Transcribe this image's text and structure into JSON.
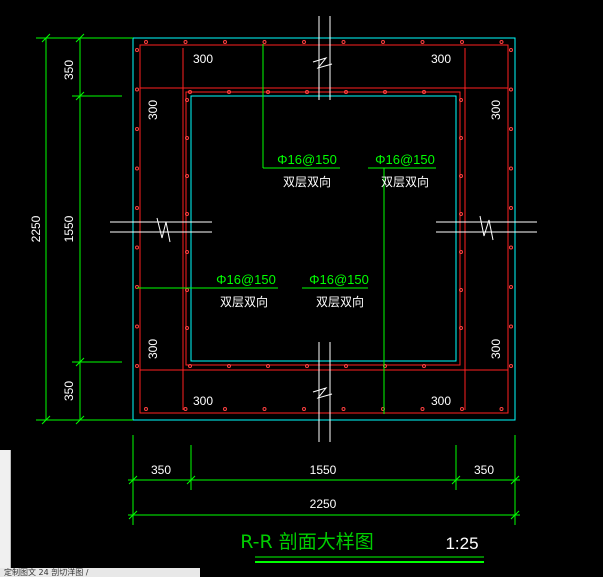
{
  "drawing": {
    "title": "R-R 剖面大样图",
    "scale": "1:25",
    "rebar_labels": [
      {
        "spec": "Φ16@150",
        "note": "双层双向"
      },
      {
        "spec": "Φ16@150",
        "note": "双层双向"
      },
      {
        "spec": "Φ16@150",
        "note": "双层双向"
      },
      {
        "spec": "Φ16@150",
        "note": "双层双向"
      }
    ],
    "dims": {
      "left_top": "350",
      "left_mid": "1550",
      "left_bot": "350",
      "left_total": "2250",
      "bottom_left": "350",
      "bottom_mid": "1550",
      "bottom_right": "350",
      "bottom_total": "2250",
      "haunch_tl": "300",
      "haunch_tr": "300",
      "haunch_lt": "300",
      "haunch_rt": "300",
      "haunch_lb": "300",
      "haunch_rb": "300",
      "haunch_bl": "300",
      "haunch_br": "300"
    },
    "colors": {
      "outline": "#00ffff",
      "rebar": "#ff0000",
      "dimension": "#00ff00",
      "text": "#ffffff",
      "background": "#000000"
    }
  },
  "statusbar": {
    "tabs": "定制图文 24 剖切洋图 / "
  }
}
